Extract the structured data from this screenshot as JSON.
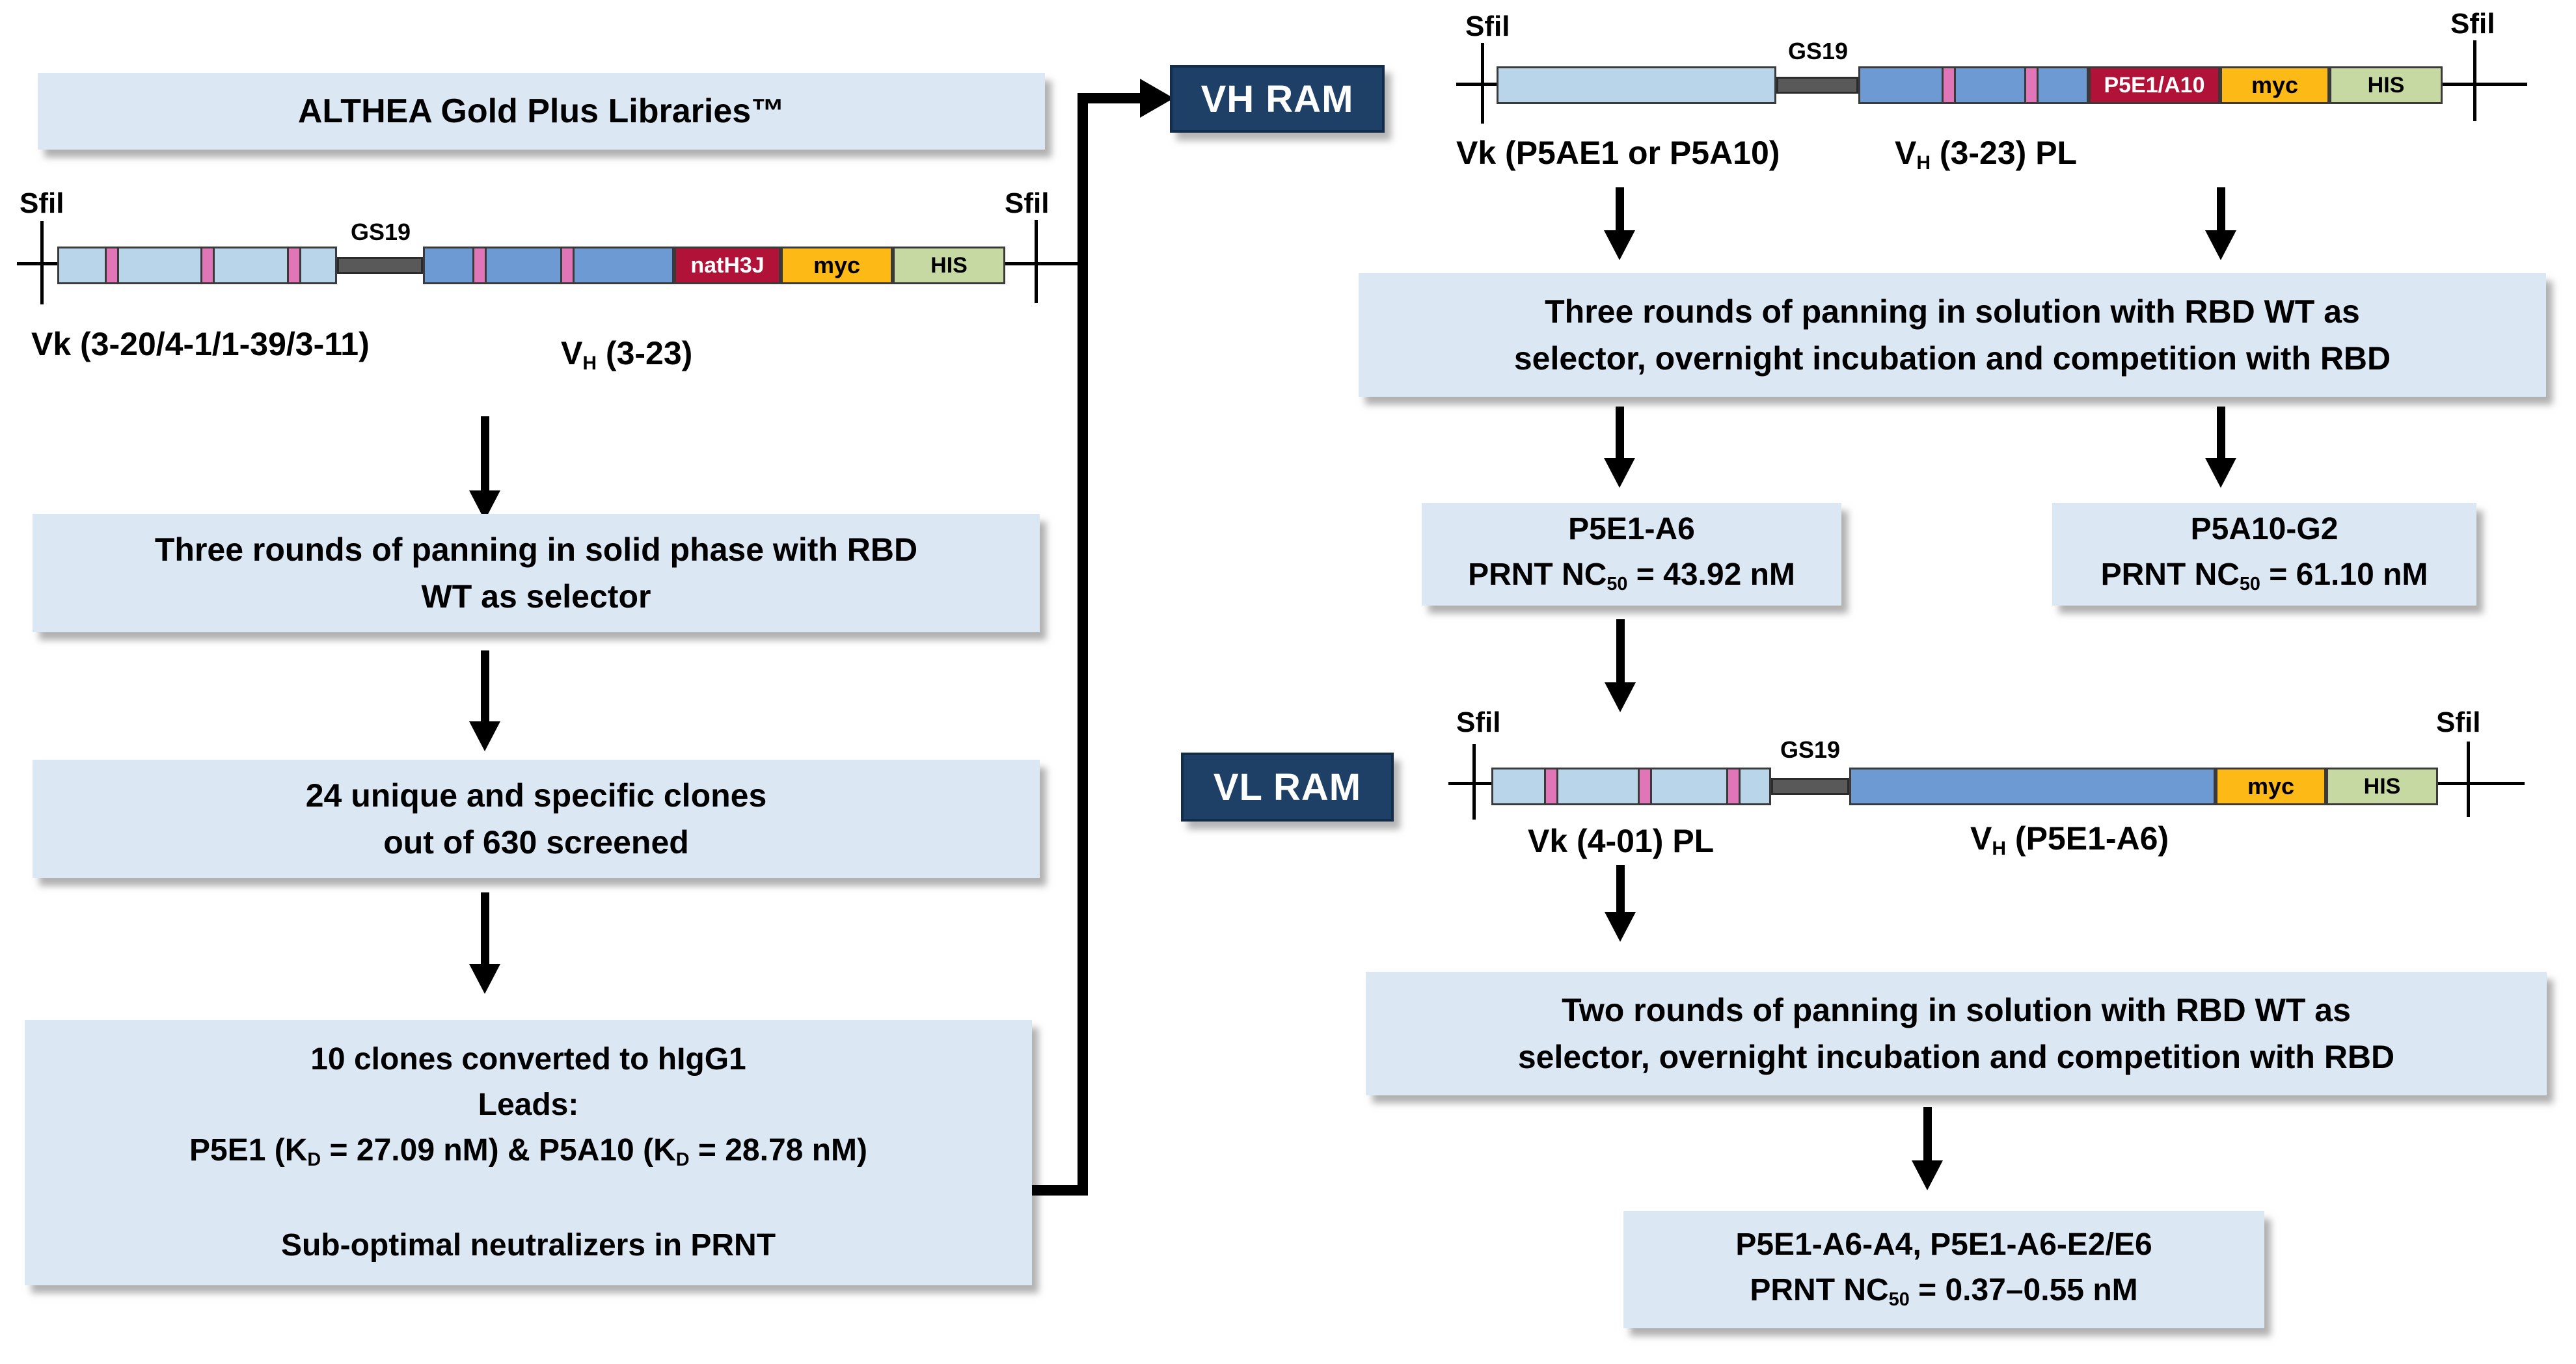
{
  "palette": {
    "box_bg": "#dbe7f3",
    "navy": "#1e3f66",
    "seg_lightblue": "#b9d5ea",
    "seg_blue": "#6d9ad3",
    "seg_red": "#b11238",
    "seg_orange": "#fdb915",
    "seg_green": "#c6d9a2",
    "stripe_pink": "#e076b8",
    "linker_gray": "#595959"
  },
  "left": {
    "title": "ALTHEA Gold Plus Libraries™",
    "construct": {
      "sfil_left": "Sfil",
      "sfil_right": "Sfil",
      "gs19": "GS19",
      "nath3j": "natH3J",
      "myc": "myc",
      "his": "HIS",
      "vk_label": "Vk (3-20/4-1/1-39/3-11)",
      "vh_label": [
        {
          "t": "V"
        },
        {
          "s": "H"
        },
        {
          "t": " (3-23)"
        }
      ]
    },
    "solid_box": {
      "line1": "Three rounds of panning in solid phase with RBD",
      "line2": "WT as selector"
    },
    "clones_box": {
      "line1": "24 unique and specific clones",
      "line2": "out of 630 screened"
    },
    "leads_box": {
      "line1": "10 clones converted to hIgG1",
      "line2": "Leads:",
      "line3": [
        {
          "t": "P5E1 (K"
        },
        {
          "s": "D"
        },
        {
          "t": " = 27.09 nM) & P5A10 (K"
        },
        {
          "s": "D"
        },
        {
          "t": " = 28.78 nM)"
        }
      ],
      "line4": "Sub-optimal neutralizers in PRNT"
    }
  },
  "right": {
    "vh_ram": "VH RAM",
    "vl_ram": "VL RAM",
    "construct_vh": {
      "sfil_left": "Sfil",
      "sfil_right": "Sfil",
      "gs19": "GS19",
      "red": "P5E1/A10",
      "myc": "myc",
      "his": "HIS",
      "vk_label": "Vk (P5AE1 or P5A10)",
      "vh_label": [
        {
          "t": "V"
        },
        {
          "s": "H"
        },
        {
          "t": " (3-23) PL"
        }
      ]
    },
    "pan3_box": {
      "line1": "Three rounds of panning in solution with RBD WT as",
      "line2": "selector, overnight incubation and competition with RBD"
    },
    "p5e1a6_box": {
      "line1": "P5E1-A6",
      "line2": [
        {
          "t": "PRNT NC"
        },
        {
          "s": "50"
        },
        {
          "t": " = 43.92 nM"
        }
      ]
    },
    "p5a10g2_box": {
      "line1": "P5A10-G2",
      "line2": [
        {
          "t": "PRNT NC"
        },
        {
          "s": "50"
        },
        {
          "t": " = 61.10 nM"
        }
      ]
    },
    "construct_vl": {
      "sfil_left": "Sfil",
      "sfil_right": "Sfil",
      "gs19": "GS19",
      "myc": "myc",
      "his": "HIS",
      "vk_label": "Vk (4-01) PL",
      "vh_label": [
        {
          "t": "V"
        },
        {
          "s": "H"
        },
        {
          "t": " (P5E1-A6)"
        }
      ]
    },
    "pan2_box": {
      "line1": "Two rounds of panning in solution with RBD WT as",
      "line2": "selector, overnight incubation and competition with RBD"
    },
    "final_box": {
      "line1": "P5E1-A6-A4, P5E1-A6-E2/E6",
      "line2": [
        {
          "t": "PRNT NC"
        },
        {
          "s": "50"
        },
        {
          "t": " = 0.37–0.55 nM"
        }
      ]
    }
  }
}
